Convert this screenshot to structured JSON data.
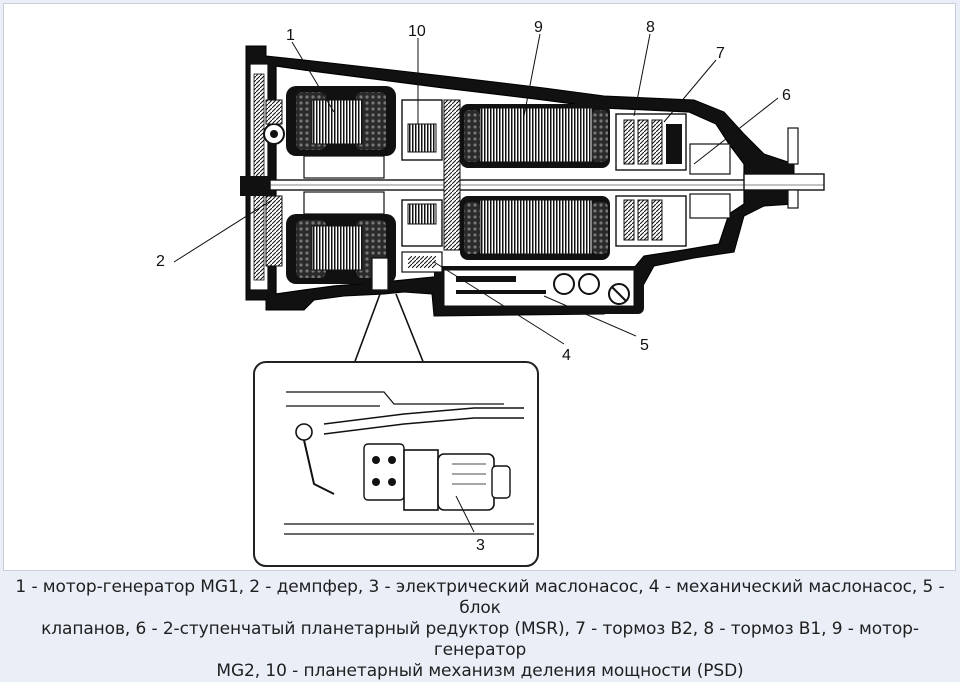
{
  "callouts": {
    "c1": "1",
    "c2": "2",
    "c3": "3",
    "c4": "4",
    "c5": "5",
    "c6": "6",
    "c7": "7",
    "c8": "8",
    "c9": "9",
    "c10": "10"
  },
  "caption": {
    "line1": "1 - мотор-генератор MG1, 2 - демпфер, 3 - электрический маслонасос, 4 - механический маслонасос, 5 - блок",
    "line2": "клапанов, 6 - 2-ступенчатый планетарный редуктор (MSR), 7 - тормоз B2, 8 - тормоз B1, 9 - мотор-генератор",
    "line3": "MG2, 10 - планетарный механизм деления мощности (PSD)"
  },
  "colors": {
    "ink": "#1a1a1a",
    "page_bg": "#e9eef7",
    "panel_bg": "#ffffff"
  }
}
